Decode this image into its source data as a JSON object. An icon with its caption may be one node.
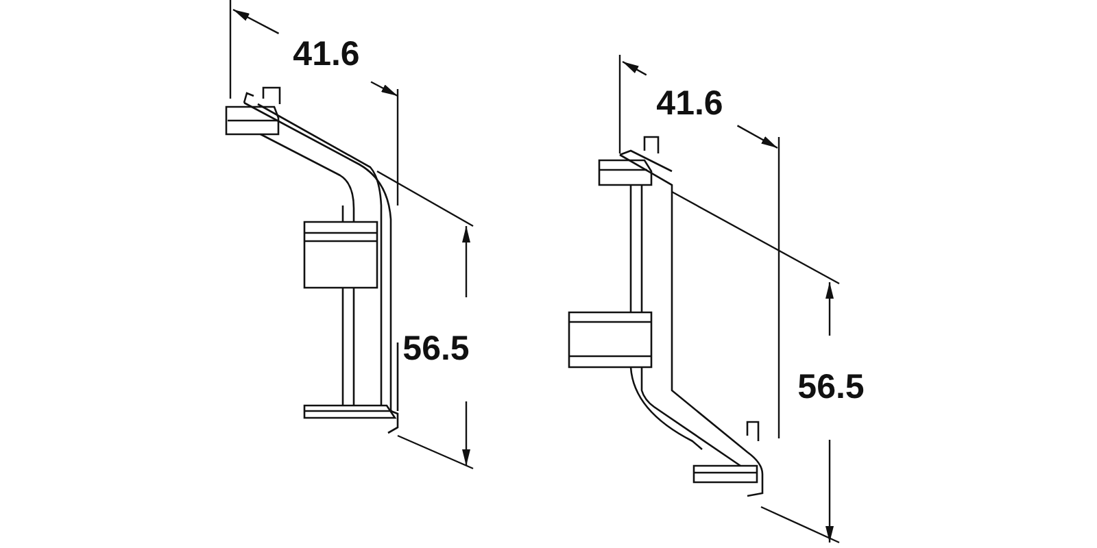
{
  "diagram": {
    "labels": [
      "41.6",
      "56.5",
      "41.6",
      "56.5"
    ]
  }
}
